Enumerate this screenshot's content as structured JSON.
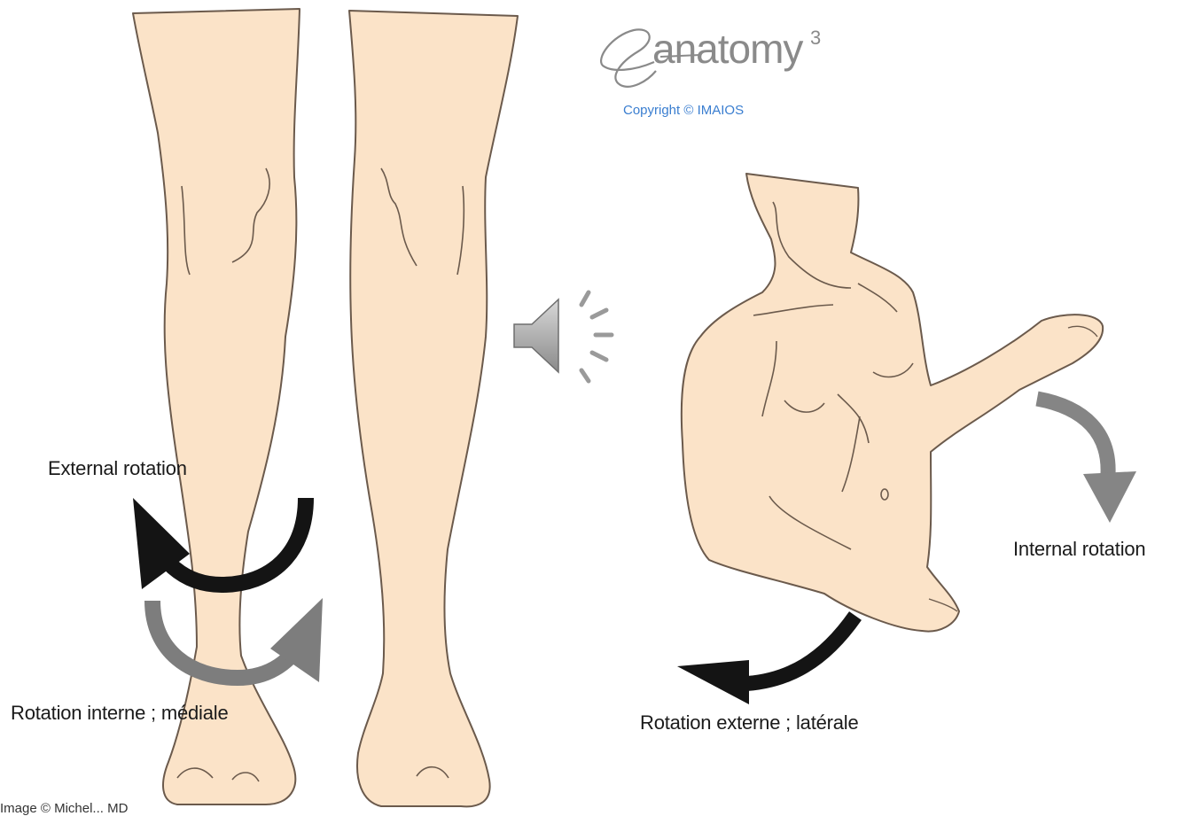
{
  "logo": {
    "e_glyph": "e",
    "word": "anatomy",
    "superscript": "3",
    "copyright": "Copyright © IMAIOS"
  },
  "labels": {
    "leg_external": "External rotation",
    "leg_internal": "Rotation interne ; médiale",
    "arm_internal": "Internal rotation",
    "arm_external": "Rotation externe ; latérale"
  },
  "credit": "Image © Michel... MD",
  "icons": {
    "speaker": "speaker-icon"
  },
  "colors": {
    "skin": "#fbe3c8",
    "outline": "#6b5a4c",
    "arrow_dark": "#141414",
    "arrow_gray": "#808080",
    "logo_gray": "#8a8a8a",
    "copyright_blue": "#3a7ed0"
  }
}
